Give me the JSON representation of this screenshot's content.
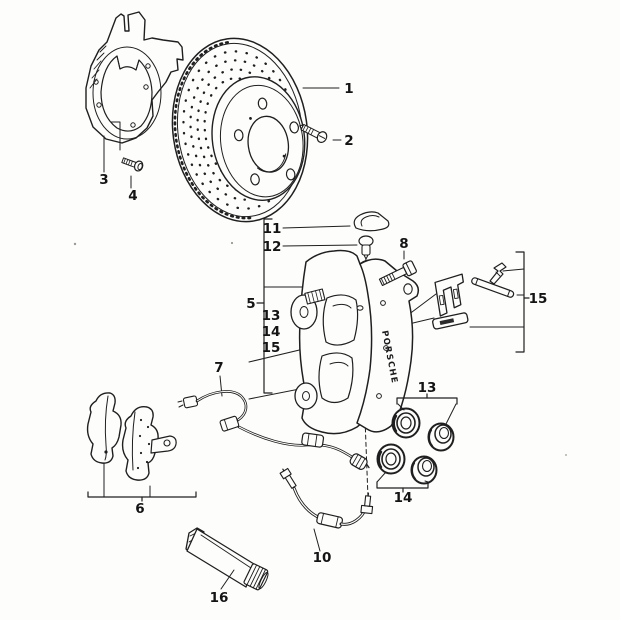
{
  "colors": {
    "background": "#fdfdfc",
    "line": "#1f1f1f",
    "label": "#141414"
  },
  "caliper": {
    "brand_text": "PORSCHE"
  },
  "callouts": {
    "disc": "1",
    "disc_screw": "2",
    "shield": "3",
    "shield_screw": "4",
    "caliper_assembly": "5",
    "pad_set": "6",
    "sensor_wire": "7",
    "mount_bolt": "8",
    "brake_hose": "10",
    "bleeder_cap": "11",
    "bleeder_valve": "12",
    "sub_13": "13",
    "sub_14": "14",
    "sub_15": "15",
    "hardware_group": "15",
    "seal_group_upper": "13",
    "seal_group_lower": "14",
    "grease_tube": "16"
  }
}
